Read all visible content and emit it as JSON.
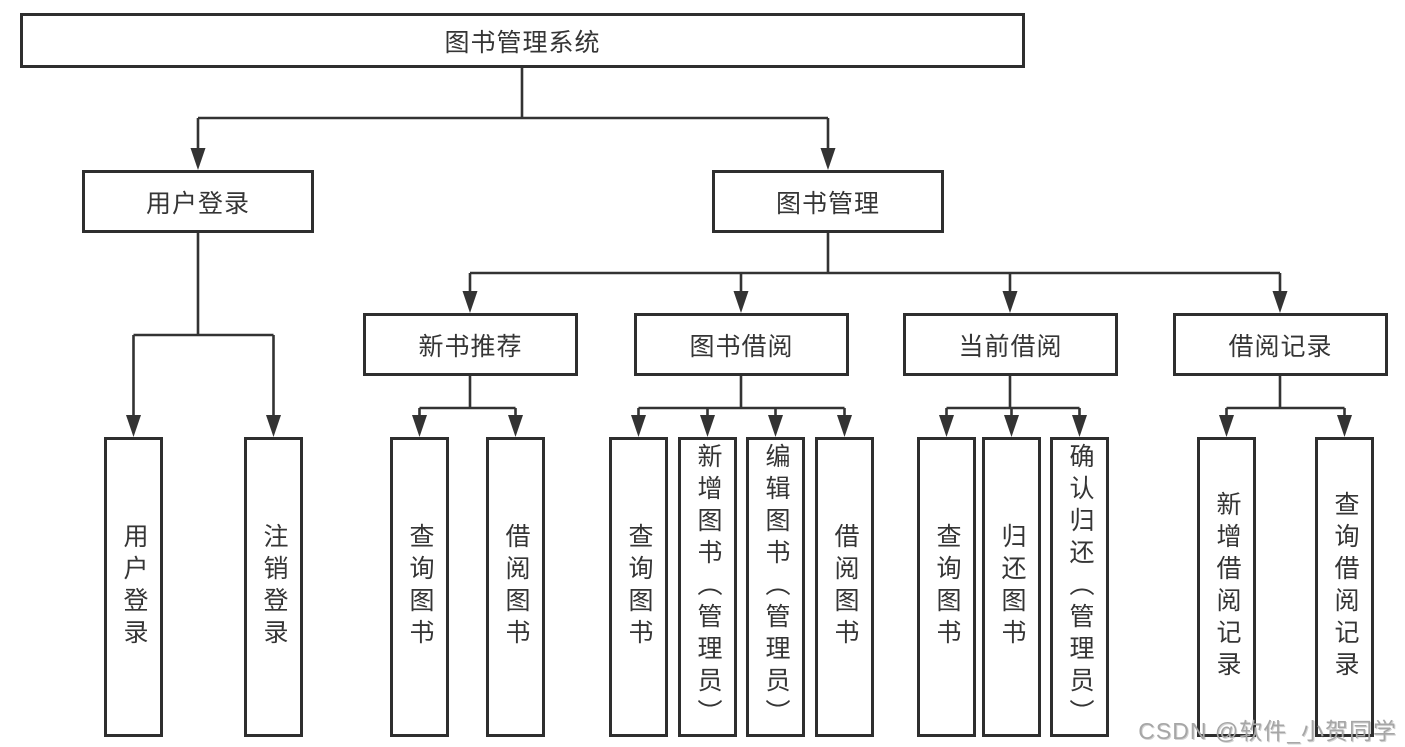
{
  "colors": {
    "line": "#333333",
    "box_border": "#2e2e2e",
    "text": "#353535",
    "background": "#ffffff",
    "watermark": "#a6a6a6"
  },
  "diagram": {
    "root": "图书管理系统",
    "branches": [
      {
        "label": "用户登录",
        "children": [
          "用户登录",
          "注销登录"
        ]
      },
      {
        "label": "图书管理",
        "groups": [
          {
            "label": "新书推荐",
            "children": [
              "查询图书",
              "借阅图书"
            ]
          },
          {
            "label": "图书借阅",
            "children": [
              "查询图书",
              "新增图书（管理员）",
              "编辑图书（管理员）",
              "借阅图书"
            ]
          },
          {
            "label": "当前借阅",
            "children": [
              "查询图书",
              "归还图书",
              "确认归还（管理员）"
            ]
          },
          {
            "label": "借阅记录",
            "children": [
              "新增借阅记录",
              "查询借阅记录"
            ]
          }
        ]
      }
    ],
    "watermark": "CSDN @软件_小贺同学"
  }
}
